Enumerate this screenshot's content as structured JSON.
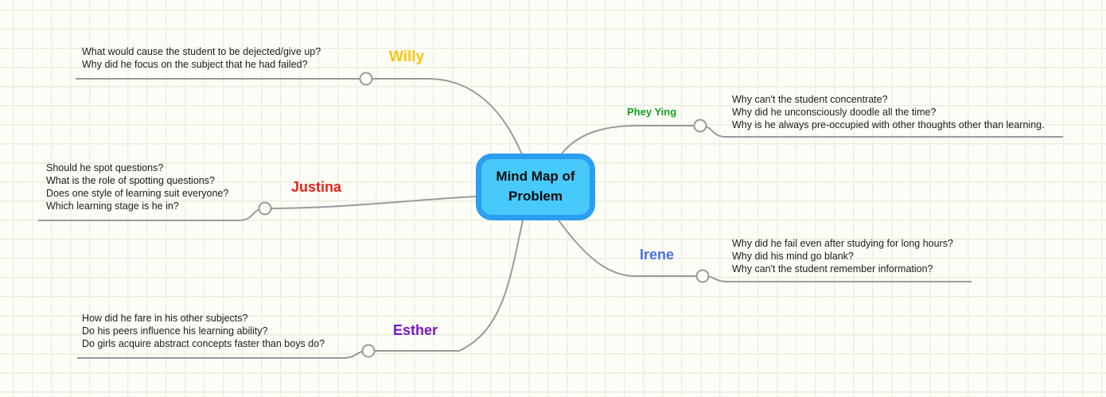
{
  "central": {
    "title": "Mind Map of Problem",
    "fill_color": "#47c9fc",
    "border_color": "#2a9ef2"
  },
  "branches": [
    {
      "label": "Willy",
      "label_color": "#fdc408",
      "questions": [
        "What would cause the student to be dejected/give up?",
        "Why did he focus on the subject that he had failed?"
      ]
    },
    {
      "label": "Phey Ying",
      "label_color": "#12a11e",
      "questions": [
        "Why can't the student concentrate?",
        "Why did he unconsciously doodle all the time?",
        "Why is he always pre-occupied with other thoughts other than learning."
      ]
    },
    {
      "label": "Justina",
      "label_color": "#e8241c",
      "questions": [
        "Should he spot questions?",
        "What is the role of spotting questions?",
        "Does one style of learning suit everyone?",
        "Which learning stage is he in?"
      ]
    },
    {
      "label": "Irene",
      "label_color": "#4a6fe3",
      "questions": [
        "Why did he fail even after studying for long hours?",
        "Why did his mind go blank?",
        "Why can't the student remember information?"
      ]
    },
    {
      "label": "Esther",
      "label_color": "#7d15c4",
      "questions": [
        "How did he fare in his other subjects?",
        "Do his peers influence his learning ability?",
        "Do girls acquire abstract concepts faster than boys do?"
      ]
    }
  ],
  "canvas": {
    "line_color": "#9a9a9a",
    "grid_color": "#e7efdc",
    "background_color": "#fdfdf8"
  }
}
